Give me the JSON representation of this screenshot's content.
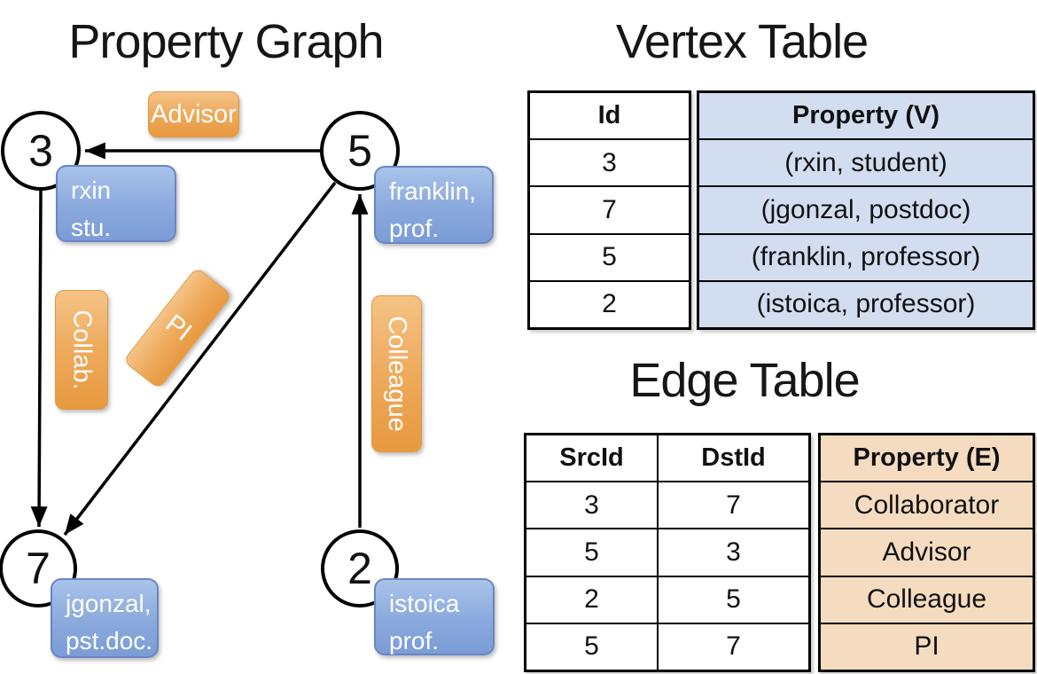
{
  "graph": {
    "title": "Property Graph",
    "nodes": [
      {
        "id": "3",
        "prop_line1": "rxin",
        "prop_line2": "stu."
      },
      {
        "id": "5",
        "prop_line1": "franklin,",
        "prop_line2": "prof."
      },
      {
        "id": "7",
        "prop_line1": "jgonzal,",
        "prop_line2": "pst.doc."
      },
      {
        "id": "2",
        "prop_line1": "istoica",
        "prop_line2": "prof."
      }
    ],
    "edges": [
      {
        "src": "5",
        "dst": "3",
        "label": "Advisor"
      },
      {
        "src": "3",
        "dst": "7",
        "label": "Collab."
      },
      {
        "src": "5",
        "dst": "7",
        "label": "PI"
      },
      {
        "src": "2",
        "dst": "5",
        "label": "Colleague"
      }
    ]
  },
  "vertex_table": {
    "title": "Vertex Table",
    "headers": {
      "id": "Id",
      "property": "Property (V)"
    },
    "rows": [
      {
        "id": "3",
        "property": "(rxin, student)"
      },
      {
        "id": "7",
        "property": "(jgonzal, postdoc)"
      },
      {
        "id": "5",
        "property": "(franklin, professor)"
      },
      {
        "id": "2",
        "property": "(istoica, professor)"
      }
    ]
  },
  "edge_table": {
    "title": "Edge Table",
    "headers": {
      "src": "SrcId",
      "dst": "DstId",
      "property": "Property (E)"
    },
    "rows": [
      {
        "src": "3",
        "dst": "7",
        "property": "Collaborator"
      },
      {
        "src": "5",
        "dst": "3",
        "property": "Advisor"
      },
      {
        "src": "2",
        "dst": "5",
        "property": "Colleague"
      },
      {
        "src": "5",
        "dst": "7",
        "property": "PI"
      }
    ]
  },
  "colors": {
    "edge_label_orange": "#eda254",
    "vertex_prop_blue": "#88a8dc",
    "vertex_table_fill": "#d2ddf0",
    "edge_table_fill": "#f5dcc0",
    "line_black": "#000000"
  }
}
